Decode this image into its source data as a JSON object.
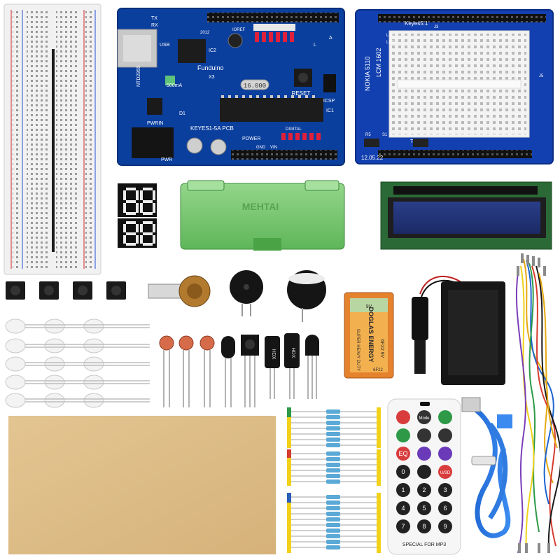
{
  "uno": {
    "reset": "RESET",
    "icsp": "ICSP",
    "power": "POWER",
    "pwrin": "PWRIN",
    "brand": "Funduino",
    "model": "KEYES1-5A PCB",
    "crystal": "16.000",
    "reg": "NTD2955",
    "current": "500mA",
    "tx": "TX",
    "rx": "RX",
    "usb": "USB",
    "a": "A",
    "ic1": "IC1",
    "ic2": "IC2",
    "x3": "X3",
    "l": "L",
    "d1": "D1",
    "pwr": "PWR",
    "gnd": "GND",
    "vin": "VIN",
    "ioref": "IOREF",
    "digital": "DIGITAL",
    "date": "2012"
  },
  "proto": {
    "brand": "Keyes5.1",
    "nokia": "NOKIA 5110",
    "lcd": "LCM 1602",
    "test": "Test",
    "date": "12.05.22",
    "j3": "J3",
    "j5": "J5",
    "l13": "L13",
    "s1": "S1",
    "r5": "R5",
    "led": "LED"
  },
  "box": {
    "logo": "MEHTAI"
  },
  "battery": {
    "brand": "DOGLAS ENERGY",
    "sub": "SUPER HEAVY DUTY",
    "voltage": "6F22 9V",
    "code": "9V",
    "code2": "6F22"
  },
  "caps": {
    "v1": "HDX",
    "v2": "HDX"
  },
  "remote": {
    "label": "SPECIAL FOR MP3",
    "buttons": [
      "",
      "Mode",
      "",
      "",
      "",
      "",
      "EQ",
      "",
      "",
      "0",
      "",
      "U/SD",
      "1",
      "2",
      "3",
      "4",
      "5",
      "6",
      "7",
      "8",
      "9"
    ]
  }
}
